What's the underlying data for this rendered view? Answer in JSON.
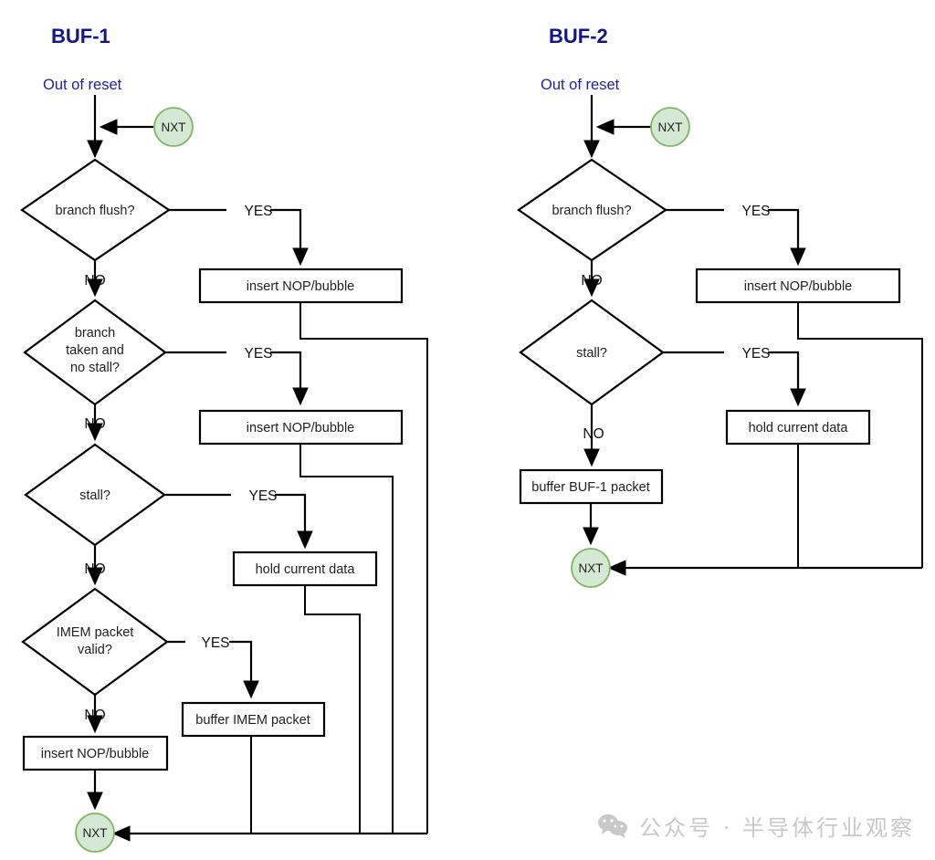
{
  "diagram": {
    "kind": "flowchart",
    "columns": [
      {
        "id": "buf1",
        "title": "BUF-1",
        "start_label": "Out of reset",
        "loop_node_label": "NXT",
        "end_node_label": "NXT",
        "decisions": [
          {
            "id": "d1",
            "text": "branch flush?",
            "yes_label": "YES",
            "no_label": "NO"
          },
          {
            "id": "d2",
            "text_line1": "branch",
            "text_line2": "taken and",
            "text_line3": "no stall?",
            "yes_label": "YES",
            "no_label": "NO"
          },
          {
            "id": "d3",
            "text": "stall?",
            "yes_label": "YES",
            "no_label": "NO"
          },
          {
            "id": "d4",
            "text_line1": "IMEM packet",
            "text_line2": "valid?",
            "yes_label": "YES",
            "no_label": "NO"
          }
        ],
        "processes": [
          {
            "id": "p1",
            "text": "insert NOP/bubble"
          },
          {
            "id": "p2",
            "text": "insert NOP/bubble"
          },
          {
            "id": "p3",
            "text": "hold current data"
          },
          {
            "id": "p4",
            "text": "buffer IMEM packet"
          },
          {
            "id": "p5",
            "text": "insert NOP/bubble"
          }
        ]
      },
      {
        "id": "buf2",
        "title": "BUF-2",
        "start_label": "Out of reset",
        "loop_node_label": "NXT",
        "end_node_label": "NXT",
        "decisions": [
          {
            "id": "e1",
            "text": "branch flush?",
            "yes_label": "YES",
            "no_label": "NO"
          },
          {
            "id": "e2",
            "text": "stall?",
            "yes_label": "YES",
            "no_label": "NO"
          }
        ],
        "processes": [
          {
            "id": "q1",
            "text": "insert NOP/bubble"
          },
          {
            "id": "q2",
            "text": "hold current data"
          },
          {
            "id": "q3",
            "text": "buffer BUF-1 packet"
          }
        ]
      }
    ],
    "colors": {
      "title": "#14148c",
      "start_text": "#21219b",
      "terminator_fill": "#d5e8d4",
      "terminator_stroke": "#82b366",
      "shape_fill": "#ffffff",
      "shape_stroke": "#000000",
      "background": "#ffffff",
      "watermark": "#c9c9c9"
    }
  },
  "watermark": {
    "text": "公众号 · 半导体行业观察",
    "icon": "wechat-icon"
  }
}
